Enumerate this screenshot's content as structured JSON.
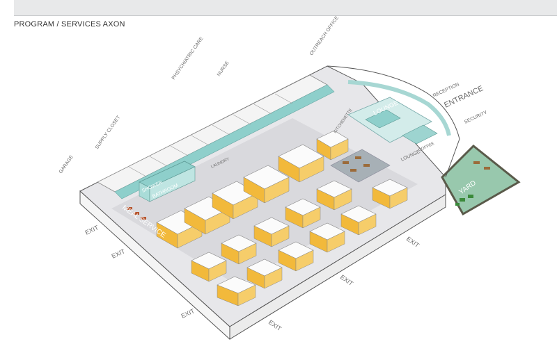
{
  "header": {
    "title": "PROGRAM / SERVICES AXON"
  },
  "labels": {
    "outreach": "OUTREACH OFFICE",
    "nurse": "NURSE",
    "psych": "PHSYCHIATRIC CARE",
    "supply": "SUPPLY CLOSET",
    "garage": "GARAGE",
    "shower": "SHOWER",
    "bathroom": "BATHROOM",
    "meal": "MEAL SERVICE",
    "laundry": "LAUNDRY",
    "kitchen": "KITCHENETTE",
    "lounge": "LOUNGE",
    "lounge2": "LOUNGE",
    "coffee": "COFFEE",
    "reception": "RECEPTION",
    "entrance": "ENTRANCE",
    "security": "SECURITY",
    "yard": "YARD",
    "exits": [
      "EXIT",
      "EXIT",
      "EXIT",
      "EXIT",
      "EXIT",
      "EXIT"
    ]
  },
  "colors": {
    "teal": "#8ecfcb",
    "pod_yellow": "#f2b93b",
    "floor": "#dcdcdf",
    "yard_green": "#98c8ad",
    "yard_edge": "#5a5a4a"
  }
}
